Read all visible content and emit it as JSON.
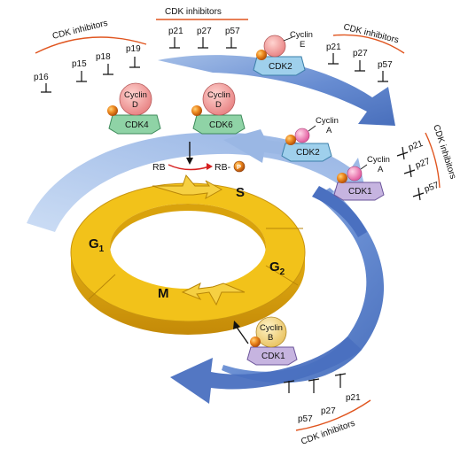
{
  "inhibitor_groups": {
    "top_left": {
      "title": "CDK inhibitors",
      "members": [
        "p16",
        "p15",
        "p18",
        "p19"
      ]
    },
    "top_center": {
      "title": "CDK inhibitors",
      "members": [
        "p21",
        "p27",
        "p57"
      ]
    },
    "top_right": {
      "title": "CDK inhibitors",
      "members": [
        "p21",
        "p27",
        "p57"
      ]
    },
    "right": {
      "title": "CDK inhibitors",
      "members": [
        "p21",
        "p27",
        "p57"
      ]
    },
    "bottom": {
      "title": "CDK inhibitors",
      "members": [
        "p57",
        "p27",
        "p21"
      ]
    }
  },
  "complexes": {
    "cyclin_d_cdk4": {
      "cyclin": [
        "Cyclin",
        "D"
      ],
      "cdk": "CDK4"
    },
    "cyclin_d_cdk6": {
      "cyclin": [
        "Cyclin",
        "D"
      ],
      "cdk": "CDK6"
    },
    "cyclin_e_cdk2": {
      "cyclin": [
        "Cyclin",
        "E"
      ],
      "cdk": "CDK2"
    },
    "cyclin_a_cdk2": {
      "cyclin": [
        "Cyclin",
        "A"
      ],
      "cdk": "CDK2"
    },
    "cyclin_a_cdk1": {
      "cyclin": [
        "Cyclin",
        "A"
      ],
      "cdk": "CDK1"
    },
    "cyclin_b_cdk1": {
      "cyclin": [
        "Cyclin",
        "B"
      ],
      "cdk": "CDK1"
    }
  },
  "rb": {
    "unphosphorylated": "RB",
    "phosphorylated": "RB-",
    "phosphate": "P"
  },
  "phases": {
    "g1": "G",
    "g1_sub": "1",
    "s": "S",
    "g2": "G",
    "g2_sub": "2",
    "m": "M"
  },
  "colors": {
    "ring_top": "#f2c21a",
    "ring_side": "#d79f0c",
    "arrow_blue": "#6f93d6",
    "arrow_light": "#b4ccee",
    "inhibitor_line": "#e0551f",
    "cyclin_pink": "#f29b9b",
    "cdk_green": "#8fd3a6",
    "cdk_blue": "#9fd0ec",
    "cdk_purple": "#c6b4e0",
    "cyclin_yellow": "#f5d98a",
    "phosphate": "#e07a1c",
    "rb_arrow": "#d62020"
  }
}
